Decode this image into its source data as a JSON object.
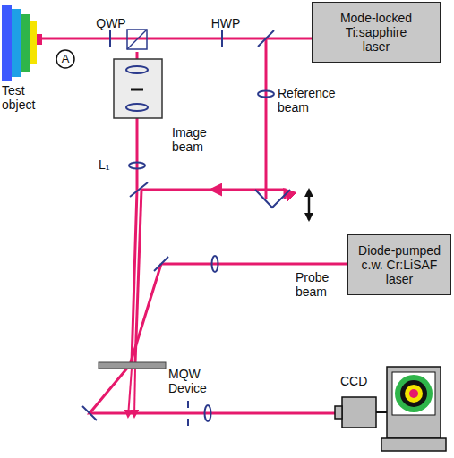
{
  "diagram": {
    "nodes": [
      {
        "text": [
          "Mode-locked Ti:sapphire laser"
        ]
      },
      {
        "text": [
          "Diode-pumped c.w. Cr:LiSAF laser"
        ]
      },
      {
        "text": [
          "A"
        ]
      }
    ],
    "labels": [
      "QWP",
      "HWP",
      "Test object",
      "Image beam",
      "Reference beam",
      "L₁",
      "Probe beam",
      "MQW Device",
      "CCD"
    ]
  }
}
